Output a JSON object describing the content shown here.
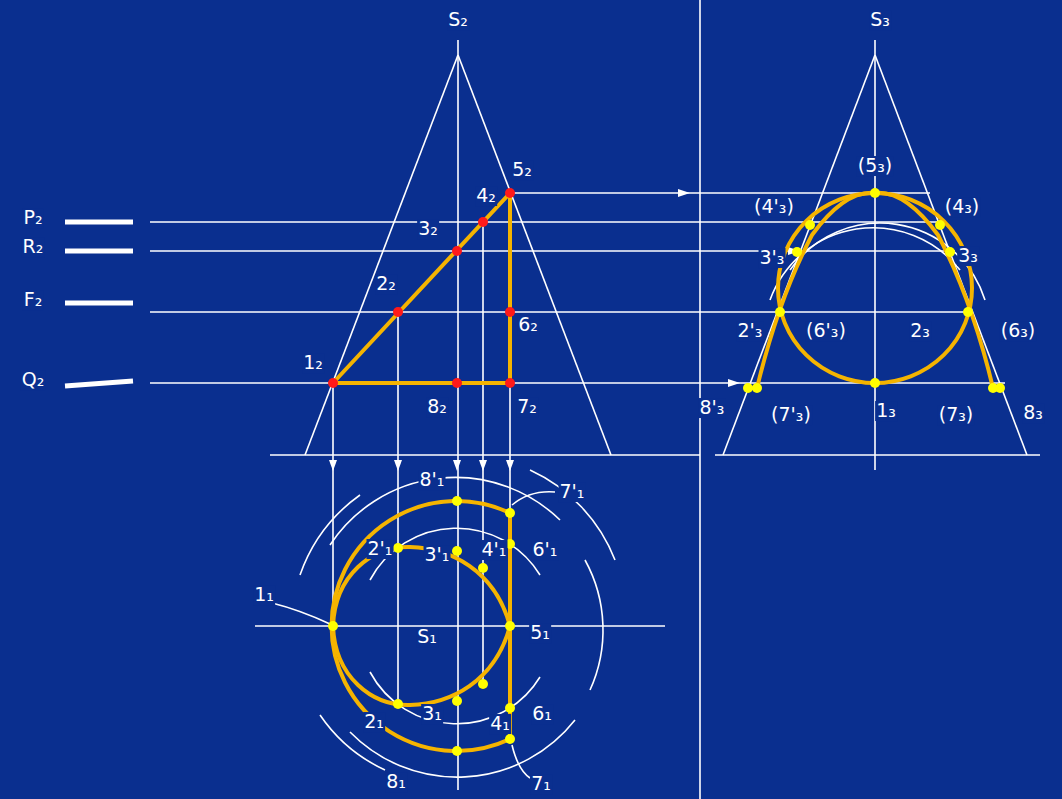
{
  "diagram": {
    "labels": [
      "S₂",
      "P₂",
      "R₂",
      "F₂",
      "Q₂",
      "5₂",
      "4₂",
      "3₂",
      "2₂",
      "6₂",
      "1₂",
      "8₂",
      "7₂",
      "S₃",
      "(5₃)",
      "(4'₃)",
      "(4₃)",
      "3'₃",
      "3₃",
      "2'₃",
      "(6'₃)",
      "2₃",
      "(6₃)",
      "8'₃",
      "(7'₃)",
      "1₃",
      "(7₃)",
      "8₃",
      "8'₁",
      "7'₁",
      "2'₁",
      "3'₁",
      "4'₁",
      "6'₁",
      "1₁",
      "S₁",
      "5₁",
      "2₁",
      "3₁",
      "4₁",
      "6₁",
      "8₁",
      "7₁"
    ]
  }
}
